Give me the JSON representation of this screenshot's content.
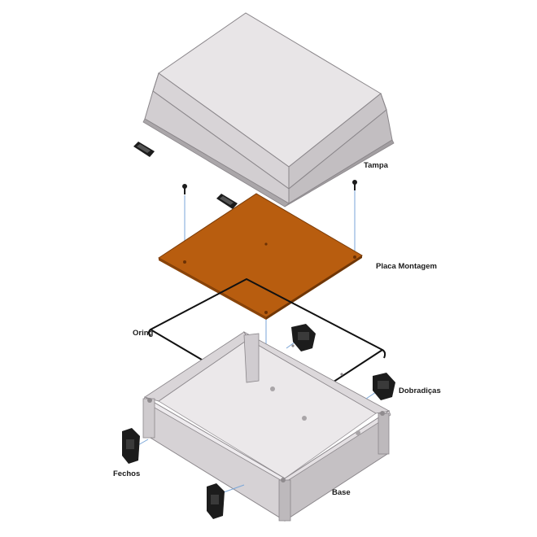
{
  "labels": {
    "tampa": "Tampa",
    "placa": "Placa Montagem",
    "oring": "Oring",
    "dobradicas": "Dobradiças",
    "fechos": "Fechos",
    "base": "Base"
  },
  "colors": {
    "housing": "#e6e3e5",
    "housing_side": "#cfcbce",
    "housing_dark": "#b9b5b8",
    "plate": "#b85d0f",
    "plate_edge": "#7a3b08",
    "oring": "#111111",
    "hardware": "#1c1c1c",
    "axis_line": "#7aa6d8"
  }
}
